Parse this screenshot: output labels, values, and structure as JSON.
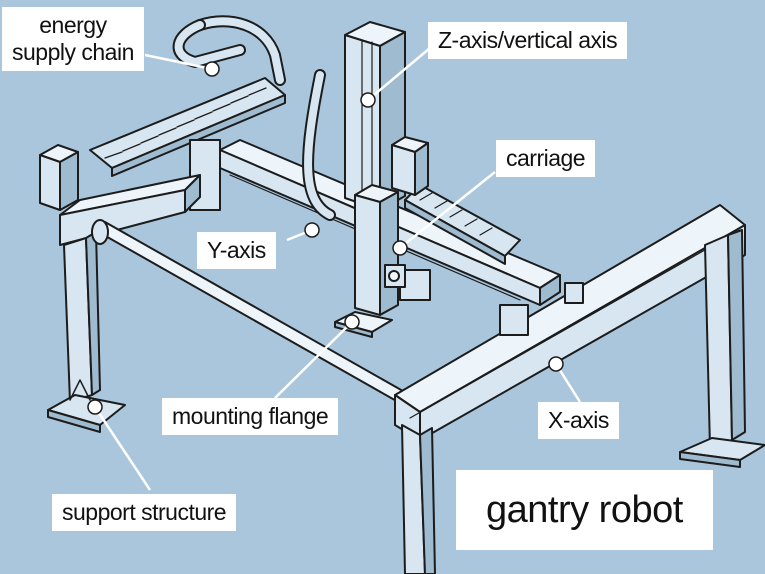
{
  "colors": {
    "background": "#a9c6dc",
    "metal": "#d7e6f1",
    "metal_light": "#eef5fa",
    "metal_dark": "#9fbbd0",
    "outline": "#1c1c1c",
    "label_bg": "#ffffff"
  },
  "labels": {
    "energy_supply_chain": "energy\nsupply chain",
    "z_axis": "Z-axis/vertical axis",
    "carriage": "carriage",
    "y_axis": "Y-axis",
    "mounting_flange": "mounting flange",
    "x_axis": "X-axis",
    "support_structure": "support structure",
    "title": "gantry robot"
  }
}
